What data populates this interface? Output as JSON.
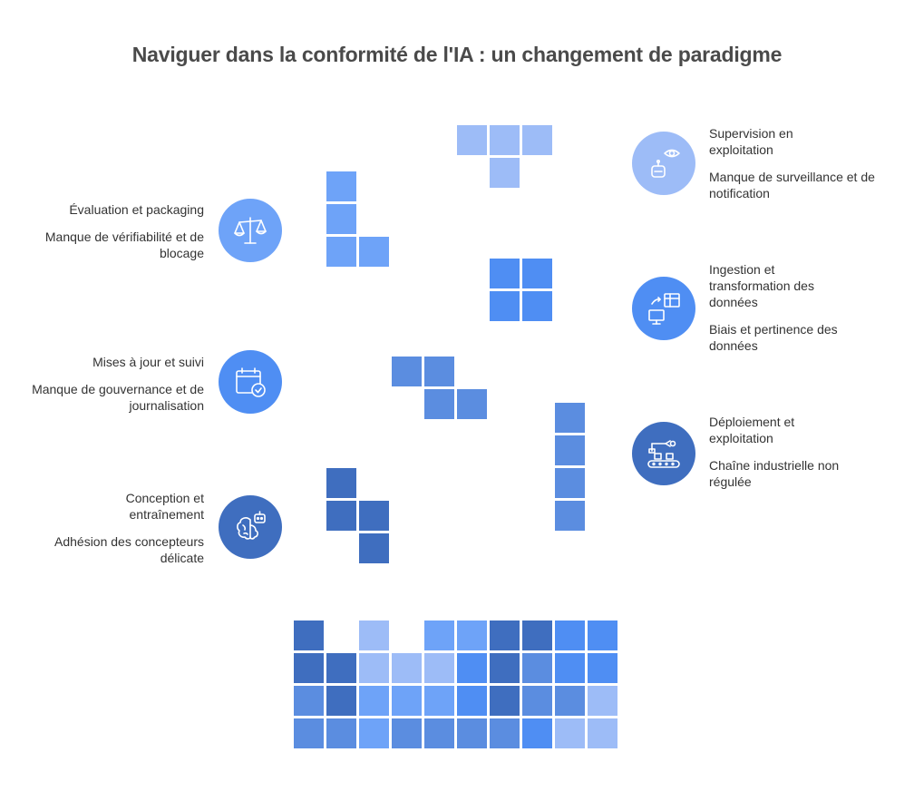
{
  "title": "Naviguer dans la conformité de l'IA : un changement de paradigme",
  "colors": {
    "light": "#9dbcf7",
    "medium": "#6ea3f8",
    "bright": "#4f8ef3",
    "mid": "#5b8de0",
    "dark": "#3f6ebf"
  },
  "left_items": [
    {
      "stage": "Évaluation et packaging",
      "challenge": "Manque de vérifiabilité et de blocage",
      "icon": "scales-icon"
    },
    {
      "stage": "Mises à jour et suivi",
      "challenge": "Manque de gouvernance et de journalisation",
      "icon": "calendar-check-icon"
    },
    {
      "stage": "Conception et entraînement",
      "challenge": "Adhésion des concepteurs délicate",
      "icon": "brain-robot-icon"
    }
  ],
  "right_items": [
    {
      "stage": "Supervision en exploitation",
      "challenge": "Manque de surveillance et de notification",
      "icon": "eye-robot-icon"
    },
    {
      "stage": "Ingestion et transformation des données",
      "challenge": "Biais et pertinence des données",
      "icon": "data-transform-icon"
    },
    {
      "stage": "Déploiement et exploitation",
      "challenge": "Chaîne industrielle non régulée",
      "icon": "conveyor-icon"
    }
  ]
}
